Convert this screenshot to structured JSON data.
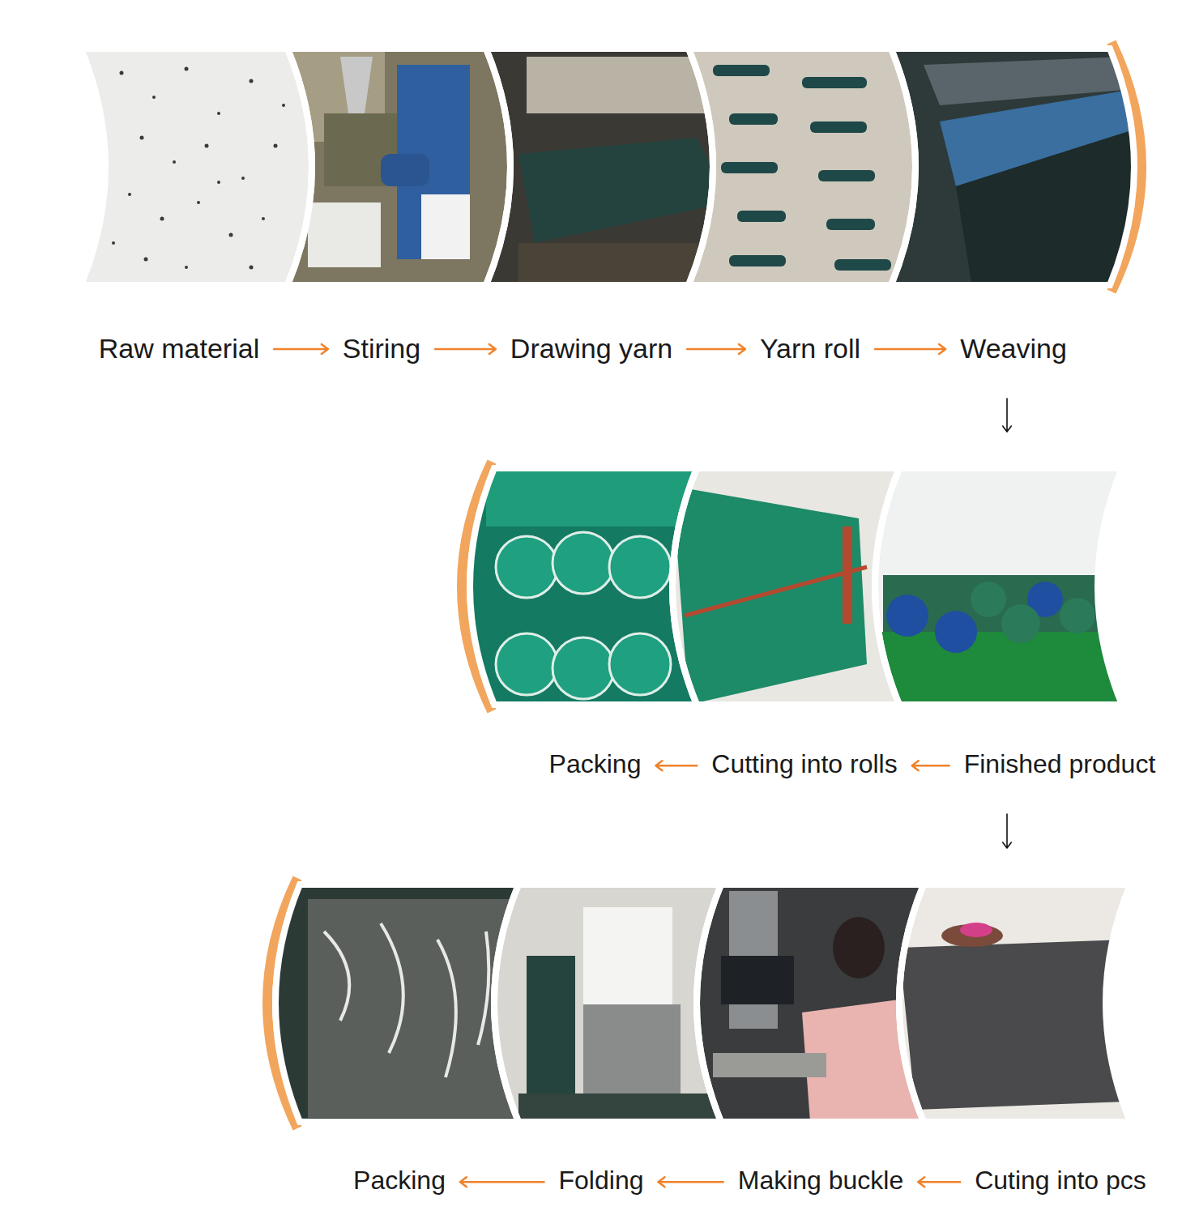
{
  "diagram": {
    "nodes": [
      {
        "text": [
          "Raw material"
        ]
      },
      {
        "text": [
          "Stiring"
        ]
      },
      {
        "text": [
          "Drawing yarn"
        ]
      },
      {
        "text": [
          "Yarn roll"
        ]
      },
      {
        "text": [
          "Weaving"
        ]
      },
      {
        "text": [
          "Packing"
        ]
      },
      {
        "text": [
          "Cutting into rolls"
        ]
      },
      {
        "text": [
          "Finished product"
        ]
      },
      {
        "text": [
          "Packing"
        ]
      },
      {
        "text": [
          "Folding"
        ]
      },
      {
        "text": [
          "Making buckle"
        ]
      },
      {
        "text": [
          "Cuting into pcs"
        ]
      }
    ],
    "edges": [
      {
        "from": 0,
        "to": 1,
        "arrow": "to"
      },
      {
        "from": 1,
        "to": 2,
        "arrow": "to"
      },
      {
        "from": 2,
        "to": 3,
        "arrow": "to"
      },
      {
        "from": 3,
        "to": 4,
        "arrow": "to"
      },
      {
        "from": 4,
        "to": 7,
        "arrow": "to"
      },
      {
        "from": 7,
        "to": 6,
        "arrow": "to"
      },
      {
        "from": 6,
        "to": 5,
        "arrow": "to"
      },
      {
        "from": 7,
        "to": 11,
        "arrow": "to"
      },
      {
        "from": 11,
        "to": 10,
        "arrow": "to"
      },
      {
        "from": 10,
        "to": 9,
        "arrow": "to"
      },
      {
        "from": 9,
        "to": 8,
        "arrow": "to"
      }
    ]
  }
}
